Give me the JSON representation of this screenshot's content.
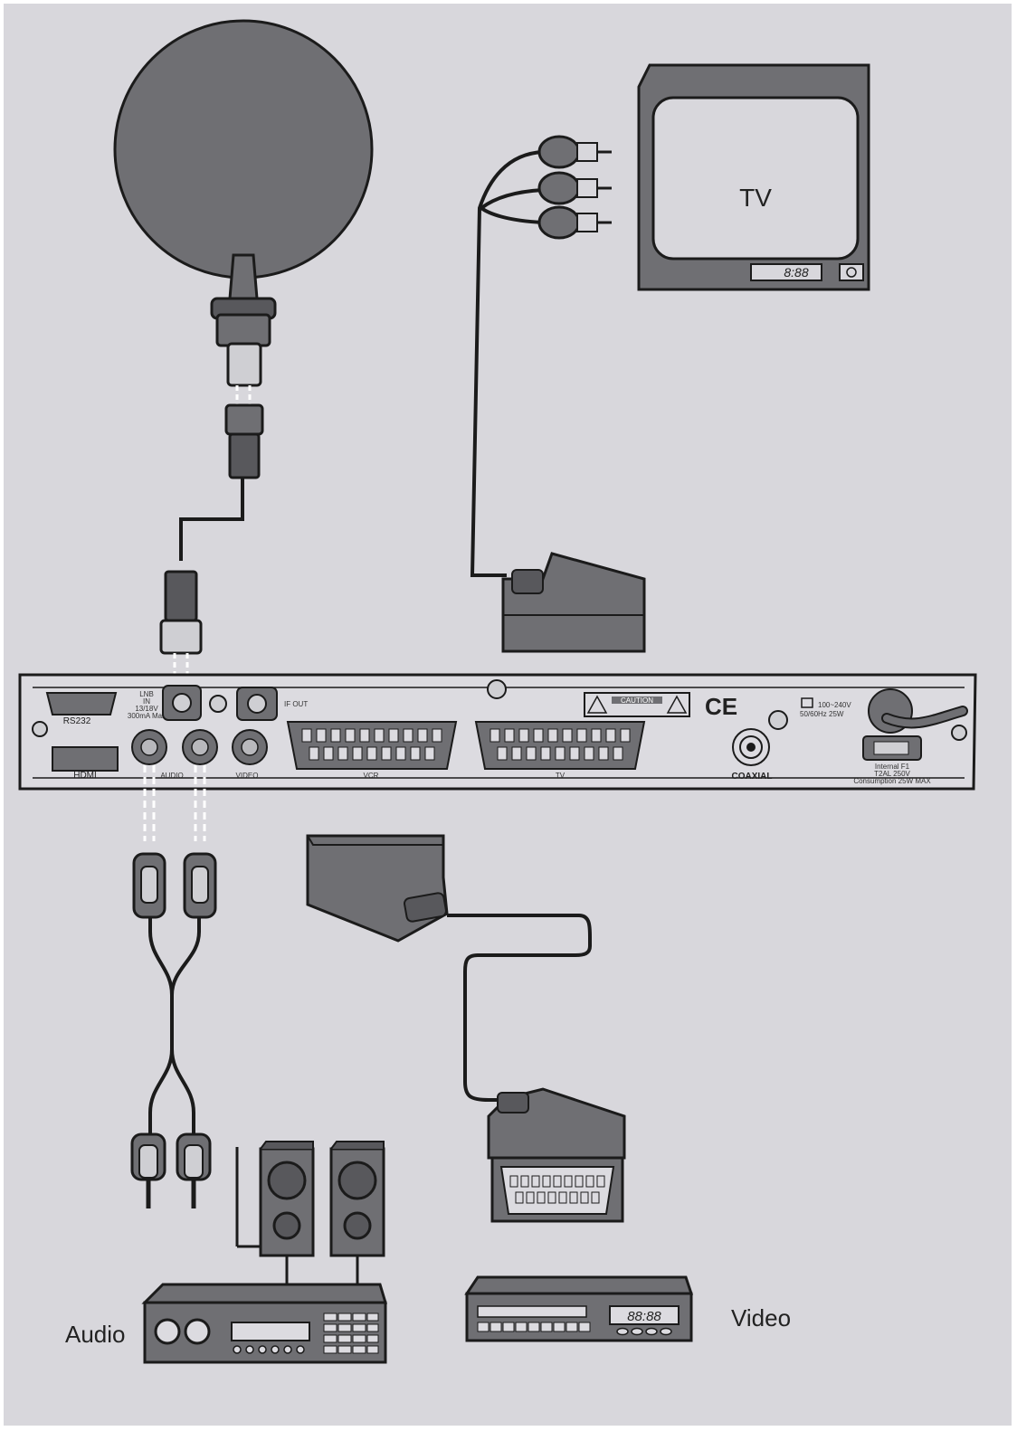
{
  "labels": {
    "tv": "TV",
    "tv_display": "8:88",
    "audio": "Audio",
    "video": "Video",
    "vcr_display": "88:88"
  },
  "receiver": {
    "rs232": "RS232",
    "hdmi": "HDMI",
    "lnb_line1": "LNB",
    "lnb_line2": "IN",
    "lnb_line3": "13/18V",
    "lnb_line4": "300mA Max",
    "if_out": "IF OUT",
    "audio": "AUDIO",
    "video": "VIDEO",
    "vcr": "VCR",
    "tv": "TV",
    "caution": "CAUTION",
    "ce": "CE",
    "coaxial": "COAXIAL",
    "power_line1": "100~240V",
    "power_line2": "50/60Hz 25W",
    "fuse_line1": "Internal F1",
    "fuse_line2": "T2AL 250V",
    "fuse_line3": "Consumption 25W MAX"
  },
  "colors": {
    "background": "#d8d7dc",
    "device": "#6f6f73",
    "device_dark": "#58585c",
    "outline": "#1b1b1b",
    "panel": "#dcdbe0"
  }
}
